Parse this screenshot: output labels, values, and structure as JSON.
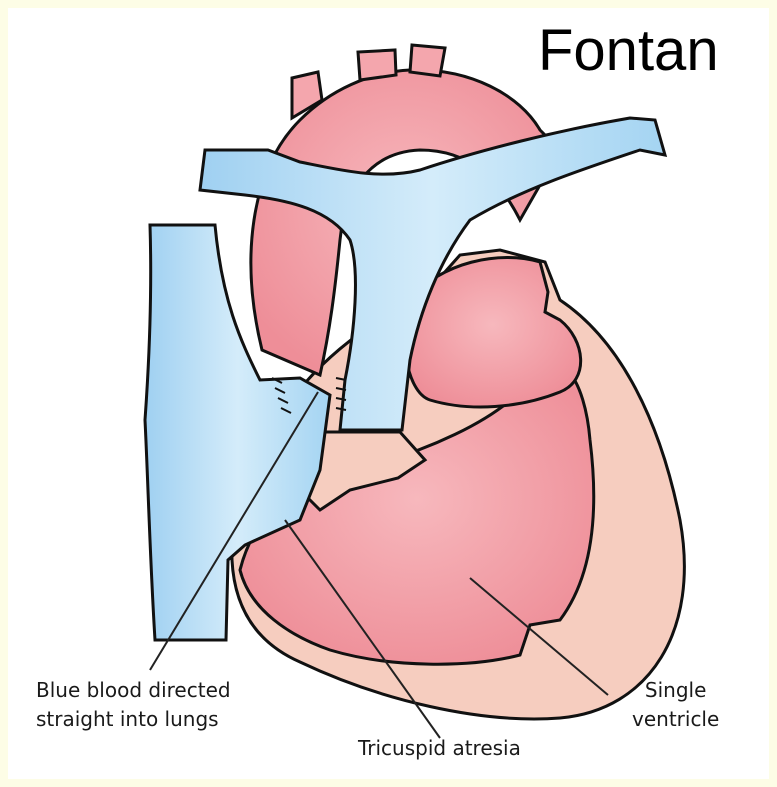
{
  "title": "Fontan",
  "labels": {
    "blue_blood": [
      "Blue blood directed",
      "straight into lungs"
    ],
    "tricuspid": "Tricuspid atresia",
    "single_ventricle": [
      "Single",
      "ventricle"
    ]
  },
  "colors": {
    "background": "#fdfde6",
    "oxygenated": "#f4a6ad",
    "deoxygenated": "#b9def5",
    "tissue": "#f6cdbf",
    "outline": "#111111"
  }
}
